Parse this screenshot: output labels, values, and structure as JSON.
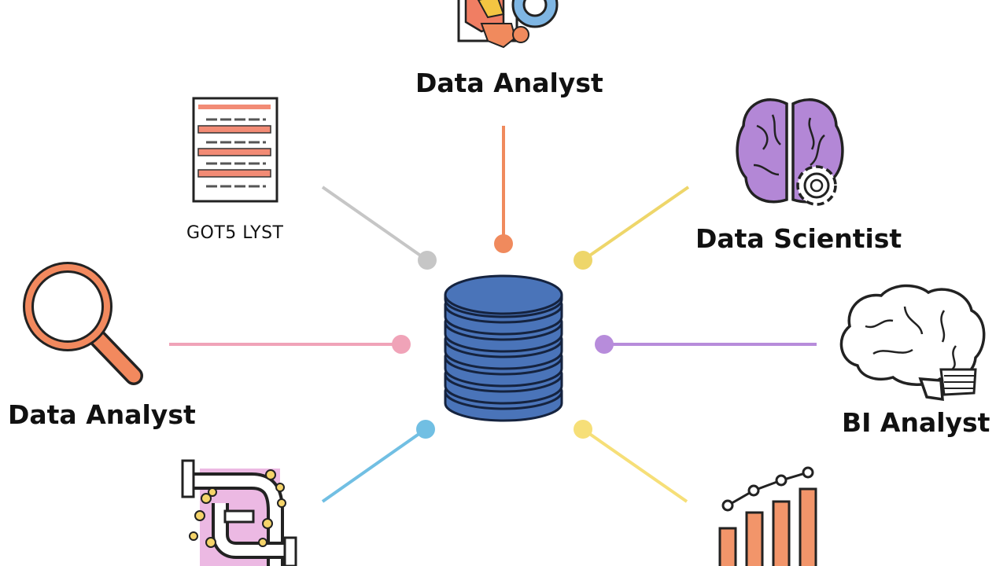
{
  "labels": {
    "top": "Data Analyst",
    "scientist": "Data Scientist",
    "bi": "BI Analyst",
    "left": "Data Analyst",
    "report": "GOT5 LYST"
  },
  "icons": {
    "hub": "database-icon",
    "top": "puzzle-gear-icon",
    "report": "document-report-icon",
    "scientist": "brain-gear-icon",
    "left": "magnifying-glass-icon",
    "bi": "brain-icon",
    "pipeline": "pipes-icon",
    "bars": "bar-chart-icon"
  },
  "colors": {
    "hub": "#4A74B9",
    "top": "#F08A5D",
    "report": "#C6C6C6",
    "scientist": "#EED66A",
    "left": "#F0A3B8",
    "bi": "#B78CDB",
    "pipeline": "#71BFE3",
    "bars": "#F6DF78",
    "magnifier": "#F2895E",
    "brain_purple": "#B387D6"
  }
}
